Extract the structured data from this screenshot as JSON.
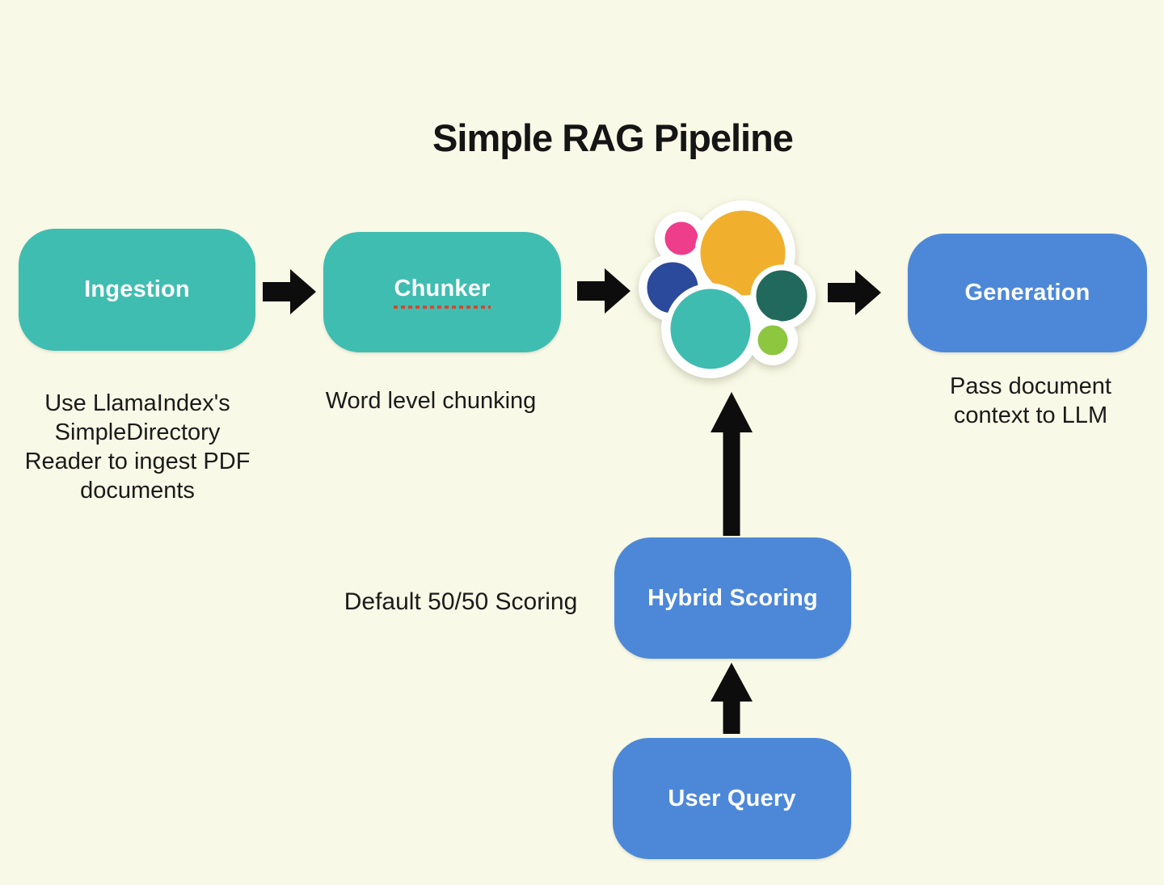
{
  "title": "Simple RAG Pipeline",
  "pipeline": {
    "ingestion": {
      "label": "Ingestion",
      "caption_lines": [
        "Use LlamaIndex's",
        "SimpleDirectory",
        "Reader to ingest PDF",
        "documents"
      ]
    },
    "chunker": {
      "label": "Chunker",
      "caption": "Word level chunking"
    },
    "search_engine": {
      "icon": "elasticsearch-logo"
    },
    "generation": {
      "label": "Generation",
      "caption_lines": [
        "Pass document",
        "context to LLM"
      ]
    },
    "hybrid_scoring": {
      "label": "Hybrid Scoring",
      "side_note": "Default 50/50 Scoring"
    },
    "user_query": {
      "label": "User Query"
    }
  },
  "colors": {
    "background": "#f8f9e6",
    "teal_node": "#40bdb1",
    "blue_node": "#4d88d8",
    "arrow": "#0d0d0d",
    "node_text": "#ffffff",
    "caption_text": "#1b1b1b",
    "spellcheck": "#cf4937",
    "logo": {
      "yellow": "#f0b02e",
      "pink": "#ee3d8b",
      "dark_blue": "#2c4a9b",
      "teal": "#3ebcb0",
      "dark_green": "#20695c",
      "light_green": "#8dc63f"
    }
  }
}
